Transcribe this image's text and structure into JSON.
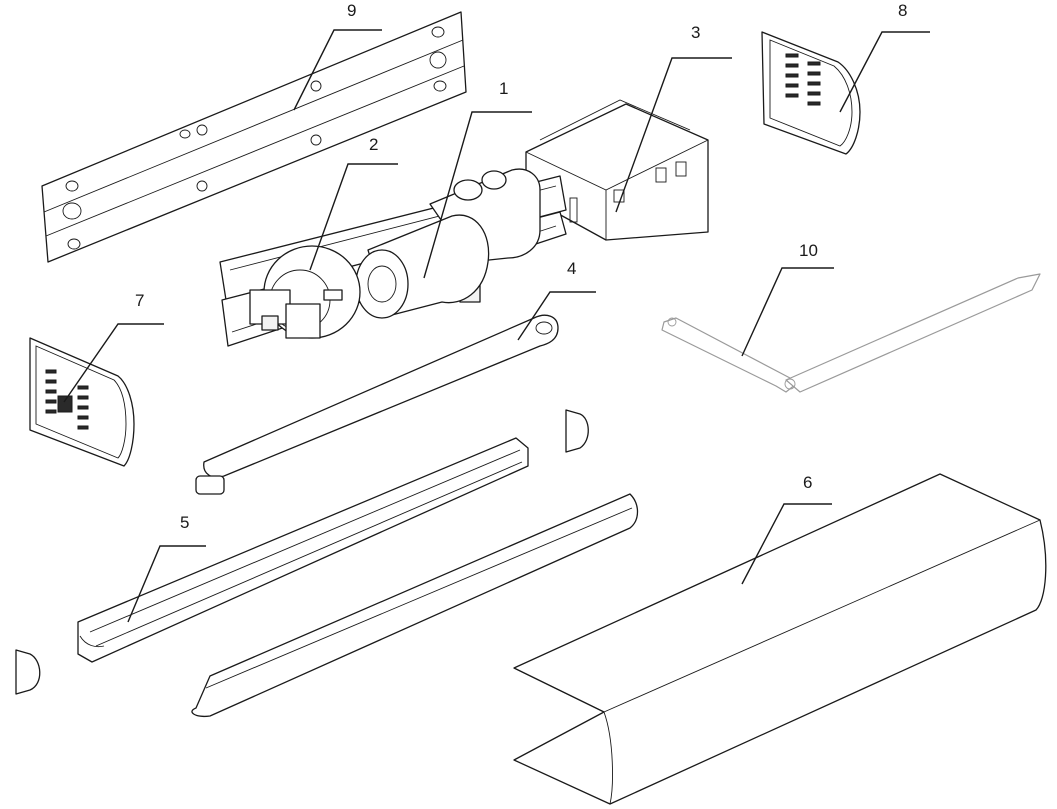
{
  "callouts": {
    "c1": "1",
    "c2": "2",
    "c3": "3",
    "c4": "4",
    "c5": "5",
    "c6": "6",
    "c7": "7",
    "c8": "8",
    "c9": "9",
    "c10": "10"
  },
  "colors": {
    "line": "#1a1a1a",
    "ghost_line": "#9a9a9a",
    "background": "#ffffff"
  }
}
